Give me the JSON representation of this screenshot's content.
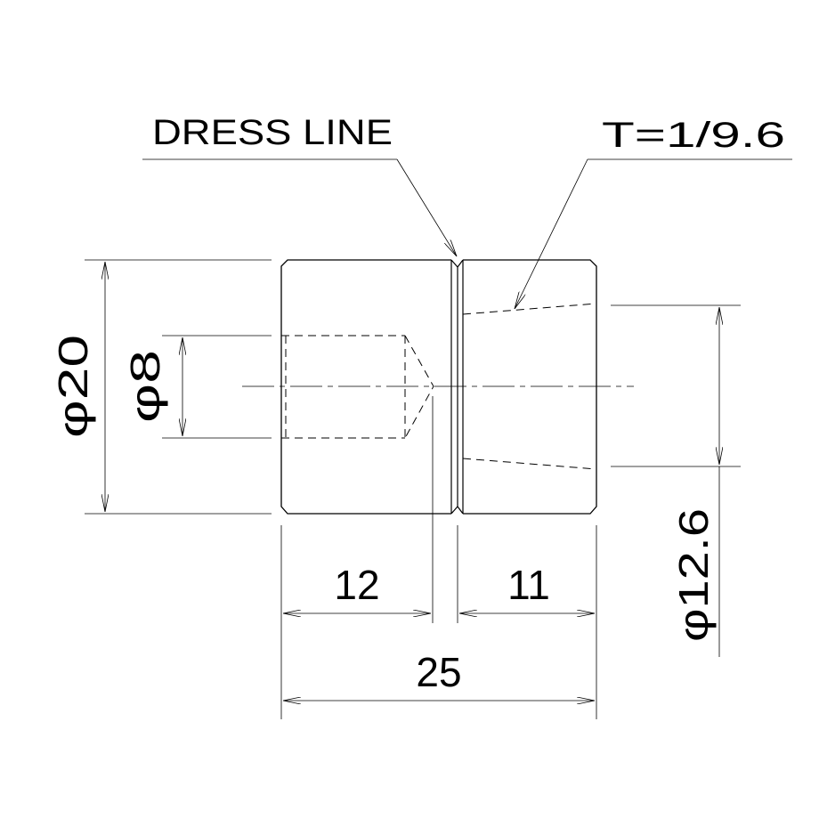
{
  "labels": {
    "dress_line": "DRESS LINE",
    "taper": "T=1/9.6",
    "dia_outer": "φ20",
    "dia_bore": "φ8",
    "dia_taper": "φ12.6",
    "len_left": "12",
    "len_right": "11",
    "len_total": "25"
  }
}
